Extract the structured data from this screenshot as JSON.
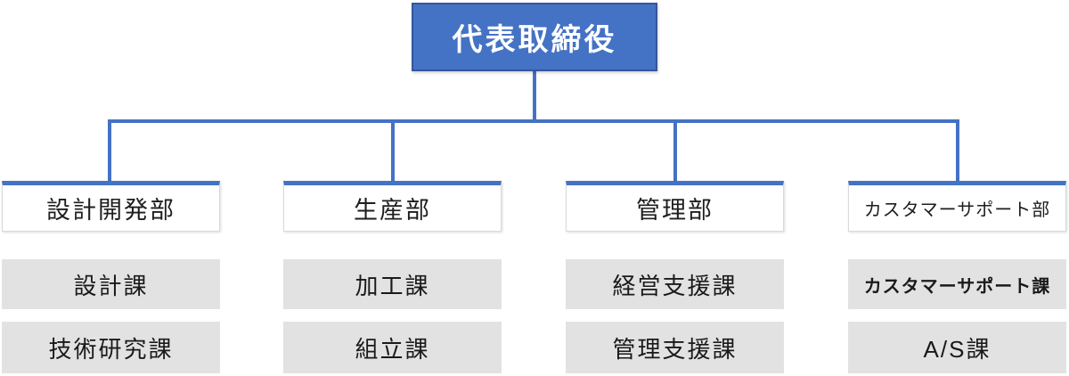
{
  "org_chart": {
    "root": {
      "label": "代表取締役"
    },
    "departments": [
      {
        "name": "設計開発部",
        "sections": [
          "設計課",
          "技術研究課"
        ]
      },
      {
        "name": "生産部",
        "sections": [
          "加工課",
          "組立課"
        ]
      },
      {
        "name": "管理部",
        "sections": [
          "経営支援課",
          "管理支援課"
        ]
      },
      {
        "name": "カスタマーサポート部",
        "sections": [
          "カスタマーサポート課",
          "A/S課"
        ]
      }
    ],
    "colors": {
      "accent_blue": "#4472C4",
      "accent_blue_dark": "#35569B",
      "dept_border_gray": "#D9D9D9",
      "section_gray": "#E3E2E2",
      "root_text": "#FFFFFF",
      "label_text": "#1E1E1E"
    }
  }
}
